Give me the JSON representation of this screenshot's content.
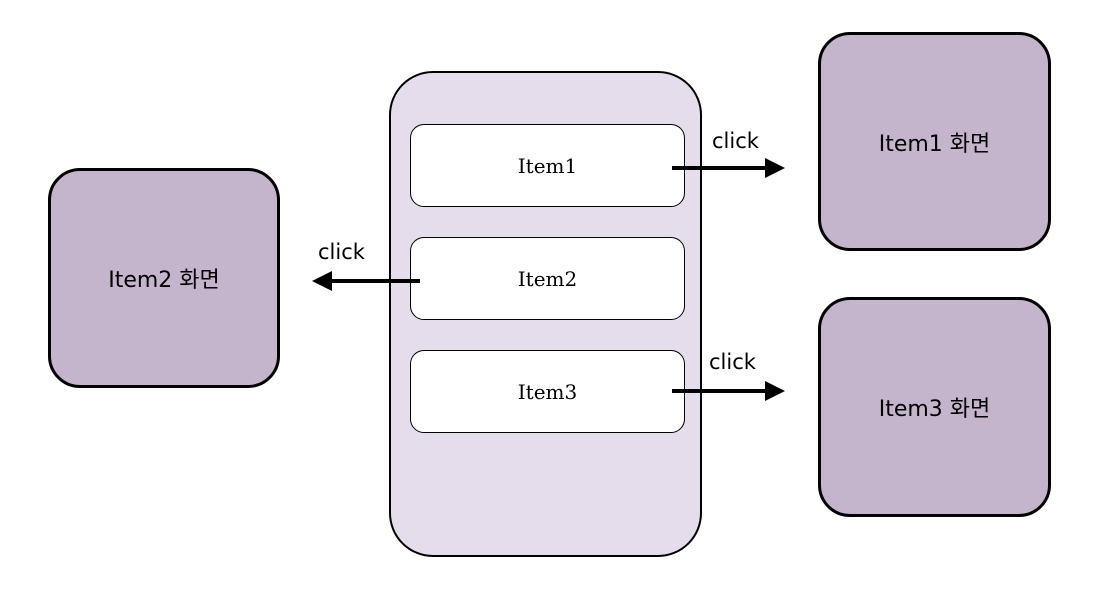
{
  "phone": {
    "items": [
      {
        "label": "Item1"
      },
      {
        "label": "Item2"
      },
      {
        "label": "Item3"
      }
    ]
  },
  "screens": {
    "item1": "Item1 화면",
    "item2": "Item2 화면",
    "item3": "Item3 화면"
  },
  "arrows": {
    "item1_label": "click",
    "item2_label": "click",
    "item3_label": "click"
  },
  "colors": {
    "screen_fill": "#c4b5cc",
    "phone_fill": "#e5dcec",
    "item_fill": "#ffffff",
    "stroke": "#000000"
  }
}
